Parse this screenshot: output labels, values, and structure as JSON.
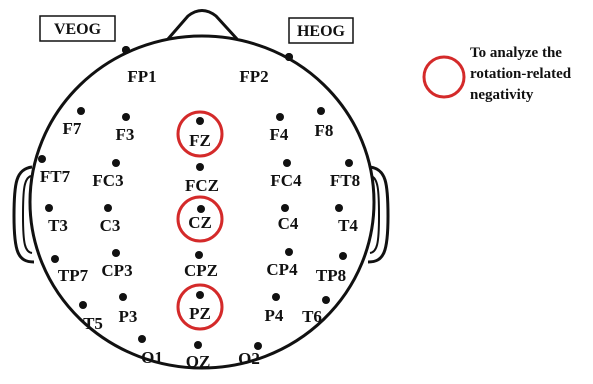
{
  "eog_labels": {
    "left": "VEOG",
    "right": "HEOG"
  },
  "legend": {
    "lines": [
      "To analyze the",
      "rotation-related",
      "negativity"
    ],
    "marker_color": "#d42a2a"
  },
  "colors": {
    "outline": "#111111",
    "electrode": "#111111",
    "highlight": "#d42a2a"
  },
  "electrodes": [
    {
      "id": "FP1",
      "label": "FP1",
      "highlighted": false
    },
    {
      "id": "FP2",
      "label": "FP2",
      "highlighted": false
    },
    {
      "id": "F7",
      "label": "F7",
      "highlighted": false
    },
    {
      "id": "F3",
      "label": "F3",
      "highlighted": false
    },
    {
      "id": "FZ",
      "label": "FZ",
      "highlighted": true
    },
    {
      "id": "F4",
      "label": "F4",
      "highlighted": false
    },
    {
      "id": "F8",
      "label": "F8",
      "highlighted": false
    },
    {
      "id": "FT7",
      "label": "FT7",
      "highlighted": false
    },
    {
      "id": "FC3",
      "label": "FC3",
      "highlighted": false
    },
    {
      "id": "FCZ",
      "label": "FCZ",
      "highlighted": false
    },
    {
      "id": "FC4",
      "label": "FC4",
      "highlighted": false
    },
    {
      "id": "FT8",
      "label": "FT8",
      "highlighted": false
    },
    {
      "id": "T3",
      "label": "T3",
      "highlighted": false
    },
    {
      "id": "C3",
      "label": "C3",
      "highlighted": false
    },
    {
      "id": "CZ",
      "label": "CZ",
      "highlighted": true
    },
    {
      "id": "C4",
      "label": "C4",
      "highlighted": false
    },
    {
      "id": "T4",
      "label": "T4",
      "highlighted": false
    },
    {
      "id": "TP7",
      "label": "TP7",
      "highlighted": false
    },
    {
      "id": "CP3",
      "label": "CP3",
      "highlighted": false
    },
    {
      "id": "CPZ",
      "label": "CPZ",
      "highlighted": false
    },
    {
      "id": "CP4",
      "label": "CP4",
      "highlighted": false
    },
    {
      "id": "TP8",
      "label": "TP8",
      "highlighted": false
    },
    {
      "id": "T5",
      "label": "T5",
      "highlighted": false
    },
    {
      "id": "P3",
      "label": "P3",
      "highlighted": false
    },
    {
      "id": "PZ",
      "label": "PZ",
      "highlighted": true
    },
    {
      "id": "P4",
      "label": "P4",
      "highlighted": false
    },
    {
      "id": "T6",
      "label": "T6",
      "highlighted": false
    },
    {
      "id": "O1",
      "label": "O1",
      "highlighted": false
    },
    {
      "id": "OZ",
      "label": "OZ",
      "highlighted": false
    },
    {
      "id": "O2",
      "label": "O2",
      "highlighted": false
    }
  ]
}
